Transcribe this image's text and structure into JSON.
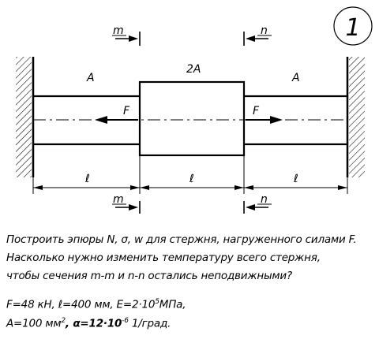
{
  "problem_number": "1",
  "diagram": {
    "section_left": "A",
    "section_middle": "2A",
    "section_right": "A",
    "force_left": "F",
    "force_right": "F",
    "cut_m_top": "m",
    "cut_n_top": "n",
    "cut_m_bottom": "m",
    "cut_n_bottom": "n",
    "dim_1": "ℓ",
    "dim_2": "ℓ",
    "dim_3": "ℓ"
  },
  "text": {
    "line1": "Построить эпюры N, σ, w для стержня, нагруженного силами F.",
    "line2": "Насколько нужно изменить температуру всего стержня,",
    "line3": "чтобы сечения  m-m и n-n остались неподвижными?"
  },
  "givens": {
    "line1_a": "F=48 кН, ℓ=400 мм, E=2·10",
    "line1_exp": "5",
    "line1_b": "МПа,",
    "line2_a": "A=100 мм",
    "line2_exp": "2",
    "line2_b": ",  α=12·10",
    "line2_exp2": "-6",
    "line2_c": " 1/град."
  }
}
